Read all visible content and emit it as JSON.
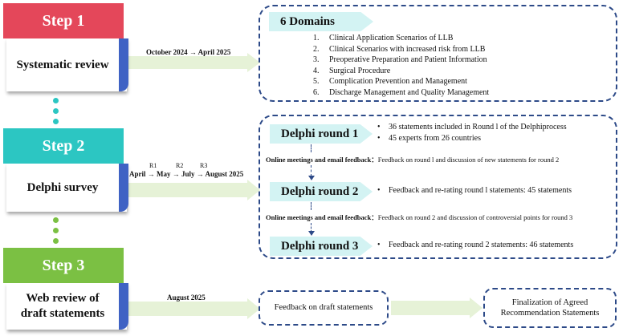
{
  "colors": {
    "step1": "#e4475a",
    "step2": "#2cc6c2",
    "step3": "#7bc043",
    "card_edge": "#3f62c4",
    "dashed_border": "#2d4a88",
    "arrow_fill": "#e6f2d7",
    "banner_fill": "#d3f3f3"
  },
  "steps": [
    {
      "header": "Step 1",
      "card": "Systematic review"
    },
    {
      "header": "Step 2",
      "card": "Delphi survey"
    },
    {
      "header": "Step 3",
      "card_line1": "Web review of",
      "card_line2": "draft statements"
    }
  ],
  "timelines": {
    "step1": "October 2024 → April  2025",
    "step2": "April → May → July → August 2025",
    "step2_rounds": [
      "R1",
      "R2",
      "R3"
    ],
    "step3": "August 2025"
  },
  "domains": {
    "title": "6 Domains",
    "items": [
      {
        "num": "1.",
        "text": "Clinical Application Scenarios of LLB"
      },
      {
        "num": "2.",
        "text": "Clinical Scenarios with increased risk from LLB"
      },
      {
        "num": "3.",
        "text": "Preoperative Preparation and Patient Information"
      },
      {
        "num": "4.",
        "text": "Surgical Procedure"
      },
      {
        "num": "5.",
        "text": "Complication Prevention and Management"
      },
      {
        "num": "6.",
        "text": "Discharge Management and Quality Management"
      }
    ]
  },
  "delphi": {
    "round1": {
      "title": "Delphi round 1",
      "bullets": [
        "36 statements included in Round l of the Delphiprocess",
        "45 experts from 26 countries"
      ]
    },
    "feedback1": {
      "bold": "Online meetings and email feedback：",
      "text": "Feedback on round l and discussion of new statements for round 2"
    },
    "round2": {
      "title": "Delphi round 2",
      "bullets": [
        "Feedback and re-rating round l statements: 45 statements"
      ]
    },
    "feedback2": {
      "bold": "Online meetings and email feedback：",
      "text": "Feedback on round 2 and discussion of controversial points for round 3"
    },
    "round3": {
      "title": "Delphi round 3",
      "bullets": [
        "Feedback and re-rating round 2 statements:  46 statements"
      ]
    }
  },
  "web_review": {
    "feedback": "Feedback on draft statements",
    "final_line1": "Finalization of Agreed",
    "final_line2": "Recommendation Statements"
  }
}
